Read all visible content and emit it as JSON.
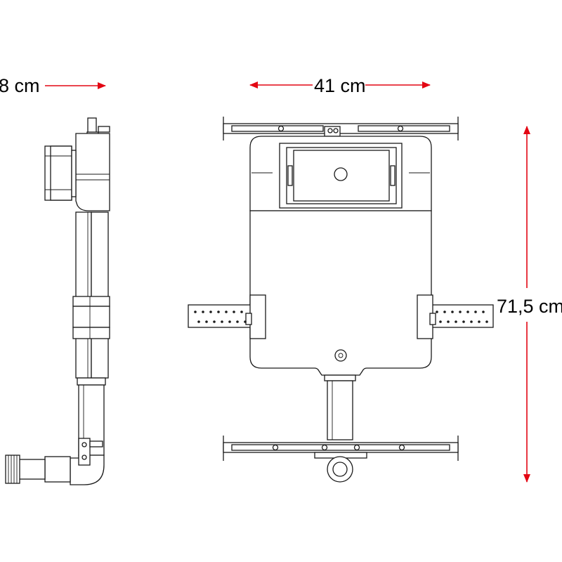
{
  "dimensions": {
    "depth_label": "8 cm",
    "width_label": "41 cm",
    "height_label": "71,5 cm"
  },
  "colors": {
    "dimension_line": "#e30613",
    "outline": "#1a1a1a",
    "background": "#ffffff"
  }
}
